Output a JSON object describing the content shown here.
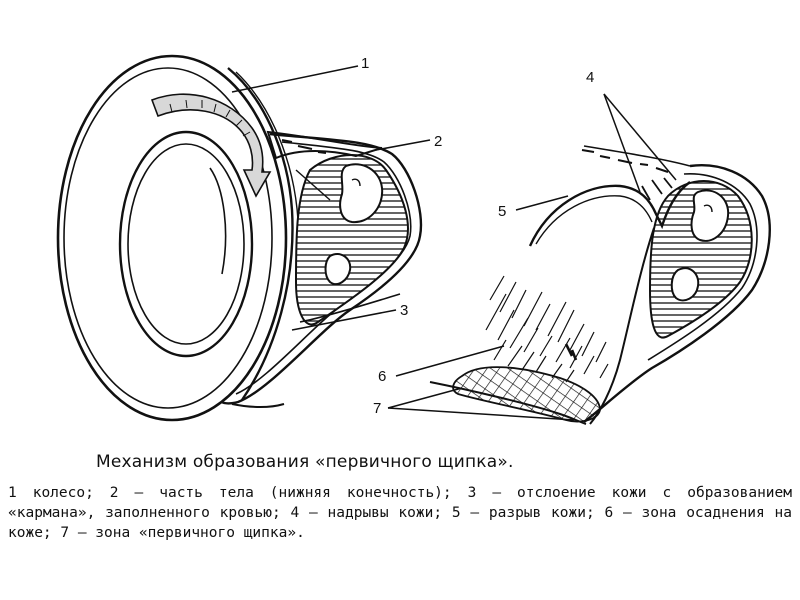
{
  "labels": {
    "n1": "1",
    "n2": "2",
    "n3": "3",
    "n4": "4",
    "n5": "5",
    "n6": "6",
    "n7": "7"
  },
  "caption": {
    "title": "Механизм образования «первичного щипка».",
    "legend": "1 колесо; 2 — часть тела (нижняя конечность); 3 — отслоение кожи с образованием «кармана», заполненного кровью; 4 — надрывы кожи; 5 — разрыв кожи; 6 — зона осаднения на коже; 7 — зона «первичного щипка»."
  }
}
